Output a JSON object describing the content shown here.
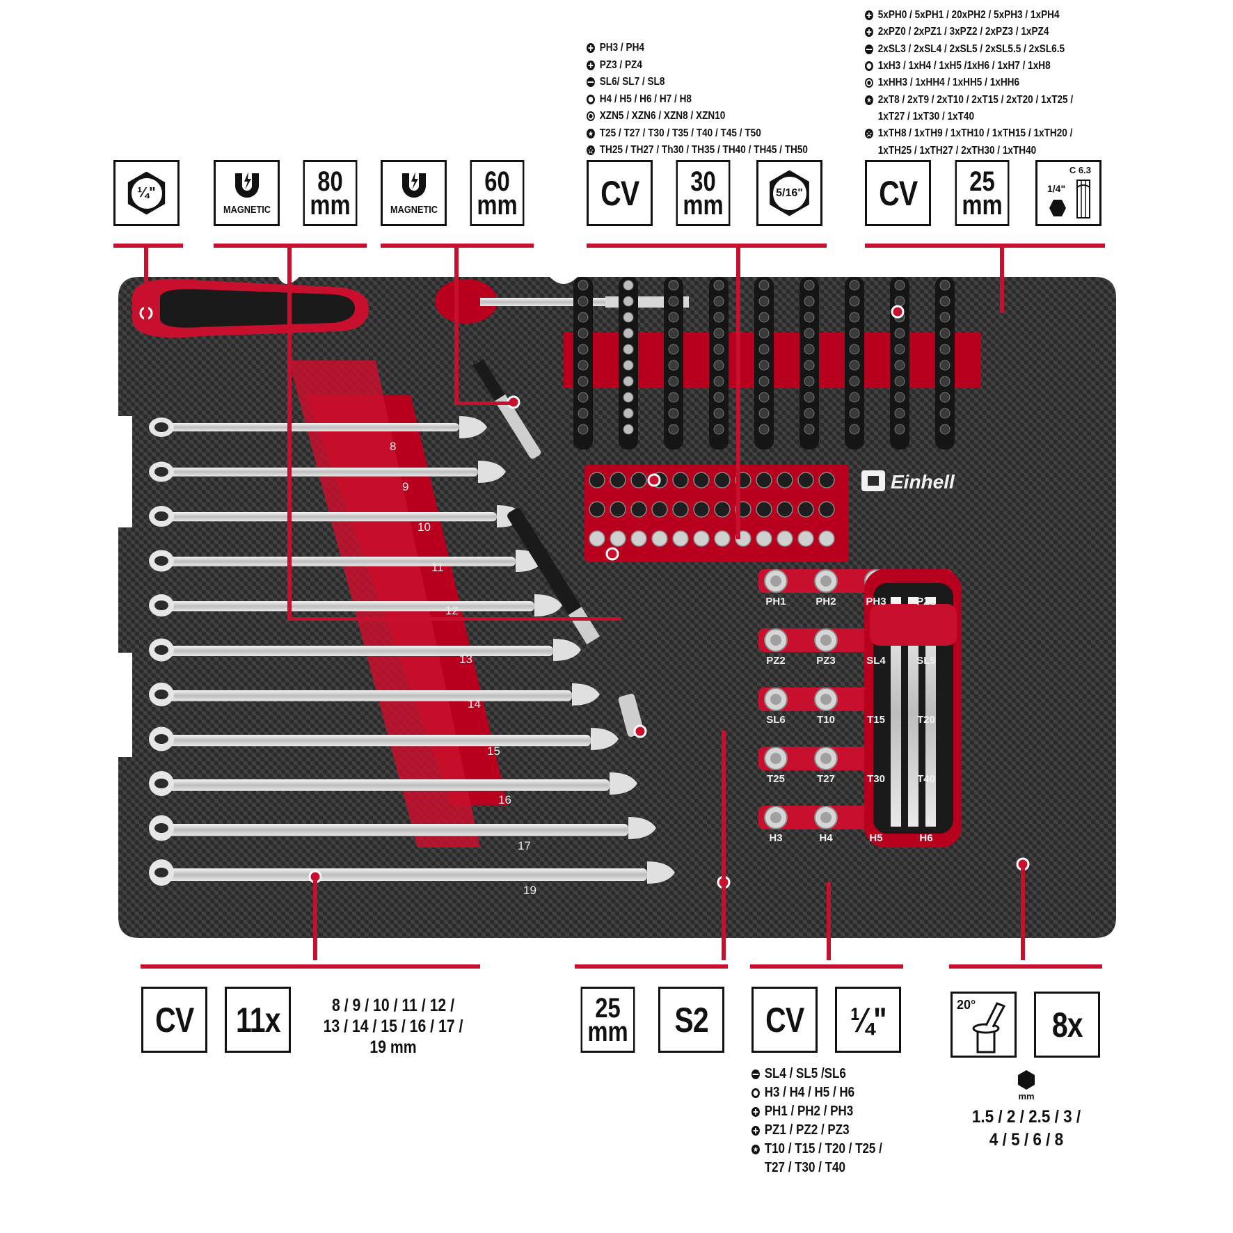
{
  "colors": {
    "accent": "#c8102e",
    "ink": "#111111",
    "tray": "#2a2a2a"
  },
  "boxes": {
    "quarter_hex": {
      "value": "¼\""
    },
    "mag80": {
      "label": "MAGNETIC",
      "l1": "80",
      "l2": "mm"
    },
    "mag60": {
      "label": "MAGNETIC",
      "l1": "60",
      "l2": "mm"
    },
    "cv_a": "CV",
    "len30": {
      "l1": "30",
      "l2": "mm"
    },
    "hex516": {
      "value": "5/16\""
    },
    "cv_b": "CV",
    "len25": {
      "l1": "25",
      "l2": "mm"
    },
    "c63": {
      "top": "C 6.3",
      "frac": "1/4\""
    },
    "cv_c": "CV",
    "count11": "11x",
    "len25b": {
      "l1": "25",
      "l2": "mm"
    },
    "s2": "S2",
    "cv_d": "CV",
    "quarter_in": "¼\"",
    "angle20": "20°",
    "count8": "8x"
  },
  "spec_top_mid": [
    {
      "icon": "plus-icon",
      "text": "PH3 / PH4"
    },
    {
      "icon": "plus-icon",
      "text": "PZ3 / PZ4"
    },
    {
      "icon": "slot-icon",
      "text": "SL6/ SL7 / SL8"
    },
    {
      "icon": "hex-ring-icon",
      "text": "H4 / H5 / H6 / H7 / H8"
    },
    {
      "icon": "xzn-icon",
      "text": "XZN5 / XZN6 / XZN8 / XZN10"
    },
    {
      "icon": "torx-icon",
      "text": "T25 / T27 / T30 / T35 / T40 / T45 / T50"
    },
    {
      "icon": "torx-hole-icon",
      "text": "TH25 / TH27 / Th30 / TH35 / TH40 / TH45 / TH50"
    }
  ],
  "spec_top_right": [
    {
      "icon": "plus-icon",
      "text": "5xPH0 / 5xPH1 / 20xPH2 / 5xPH3 / 1xPH4"
    },
    {
      "icon": "plus-icon",
      "text": "2xPZ0 / 2xPZ1 / 3xPZ2 / 2xPZ3 / 1xPZ4"
    },
    {
      "icon": "slot-icon",
      "text": "2xSL3 / 2xSL4 / 2xSL5 / 2xSL5.5 / 2xSL6.5"
    },
    {
      "icon": "hex-ring-icon",
      "text": "1xH3 / 1xH4 / 1xH5 /1xH6 / 1xH7 / 1xH8"
    },
    {
      "icon": "xzn-icon",
      "text": "1xHH3 / 1xHH4 / 1xHH5 / 1xHH6"
    },
    {
      "icon": "torx-icon",
      "text": "2xT8 / 2xT9 / 2xT10 / 2xT15 / 2xT20 / 1xT25 /"
    },
    {
      "icon": "",
      "text": "1xT27 / 1xT30 / 1xT40"
    },
    {
      "icon": "torx-hole-icon",
      "text": "1xTH8 / 1xTH9 / 1xTH10 / 1xTH15 / 1xTH20 /"
    },
    {
      "icon": "",
      "text": "1xTH25 / 1xTH27 / 2xTH30 / 1xTH40"
    }
  ],
  "spec_bottom_mid": [
    {
      "icon": "slot-icon",
      "text": "SL4 / SL5 /SL6"
    },
    {
      "icon": "hex-ring-icon",
      "text": "H3 / H4 / H5 / H6"
    },
    {
      "icon": "plus-icon",
      "text": "PH1 / PH2 / PH3"
    },
    {
      "icon": "plus-icon",
      "text": "PZ1 / PZ2 / PZ3"
    },
    {
      "icon": "torx-icon",
      "text": "T10 / T15 / T20 / T25 /"
    },
    {
      "icon": "",
      "text": "T27 / T30 / T40"
    }
  ],
  "wrench_sizes": {
    "l1": "8 / 9 / 10 / 11 / 12 /",
    "l2": "13 / 14 / 15 / 16 / 17 /",
    "l3": "19 mm"
  },
  "hex_keys": {
    "unit": "mm",
    "l1": "1.5 / 2 / 2.5 / 3 /",
    "l2": "4 / 5 / 6 / 8"
  },
  "tray": {
    "brand": "Einhell",
    "wrench_labels": [
      "8",
      "9",
      "10",
      "11",
      "12",
      "13",
      "14",
      "15",
      "16",
      "17",
      "19"
    ],
    "bit_labels": [
      "PH1",
      "PH2",
      "PH3",
      "PZ1",
      "PZ2",
      "PZ3",
      "SL4",
      "SL5",
      "SL6",
      "T10",
      "T15",
      "T20",
      "T25",
      "T27",
      "T30",
      "T40",
      "H3",
      "H4",
      "H5",
      "H6"
    ]
  }
}
